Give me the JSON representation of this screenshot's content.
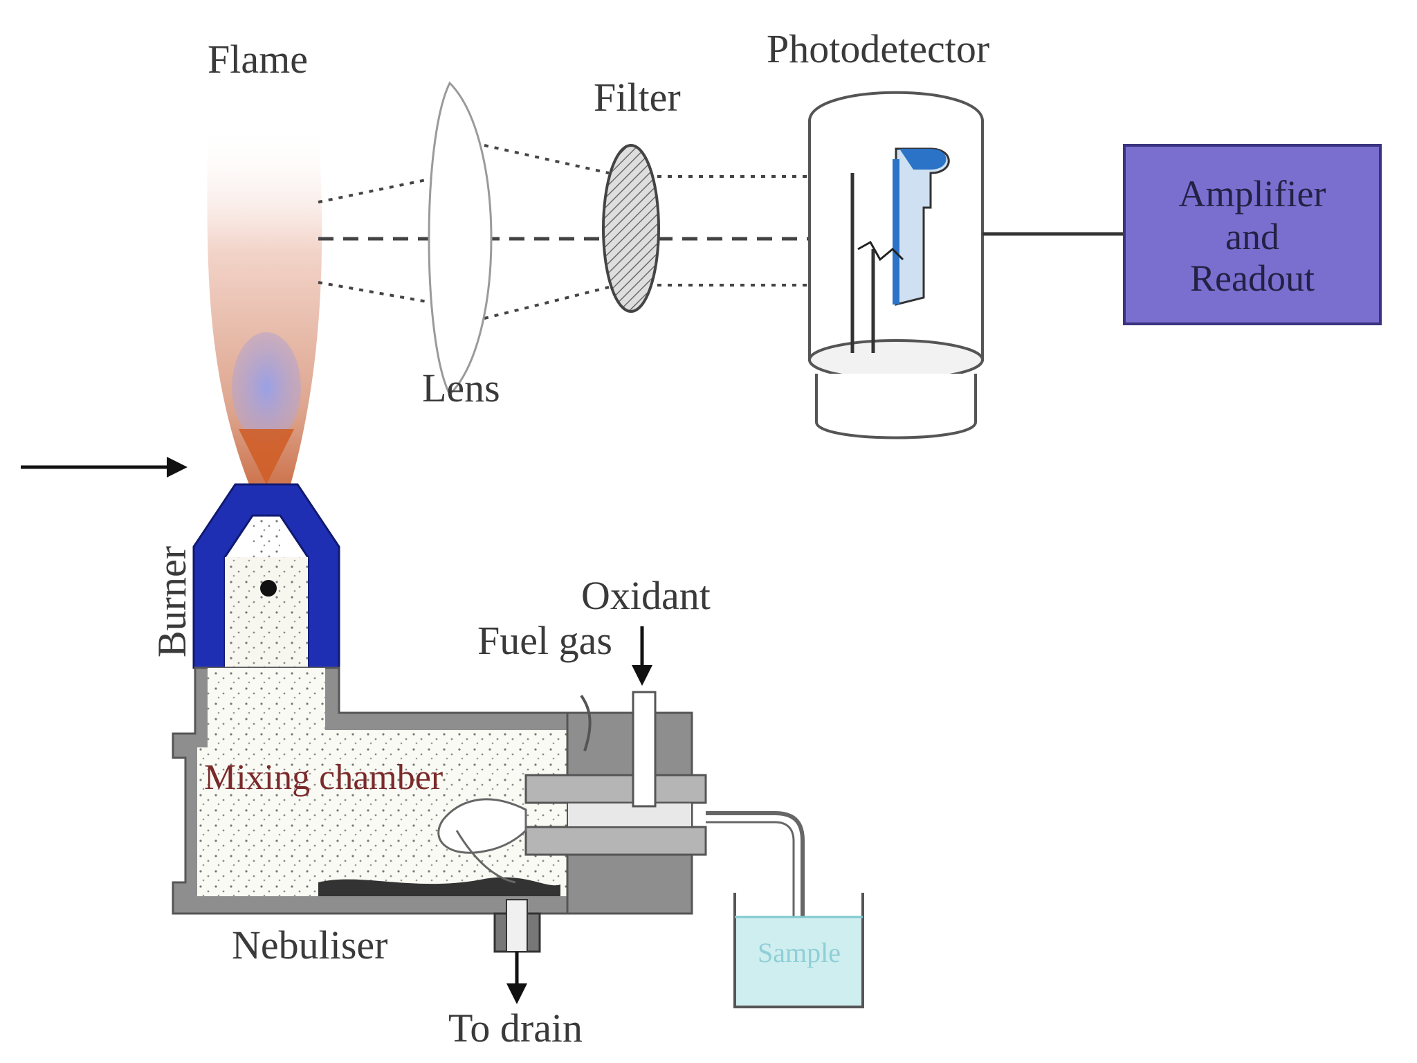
{
  "labels": {
    "flame": "Flame",
    "lens": "Lens",
    "filter": "Filter",
    "photodetector": "Photodetector",
    "amplifier_line1": "Amplifier",
    "amplifier_line2": "and",
    "amplifier_line3": "Readout",
    "burner": "Burner",
    "oxidant": "Oxidant",
    "fuel_gas": "Fuel gas",
    "mixing_chamber": "Mixing chamber",
    "nebuliser": "Nebuliser",
    "to_drain": "To drain",
    "sample": "Sample"
  },
  "colors": {
    "burner_blue": "#1f2fb4",
    "amplifier_box": "#7a6fcf",
    "chamber_grey": "#8e8e8e",
    "flame_outer": "#e8b9a8",
    "flame_inner": "#8a8fd8",
    "flame_base": "#d9622a",
    "liquid": "#cfeef0"
  }
}
